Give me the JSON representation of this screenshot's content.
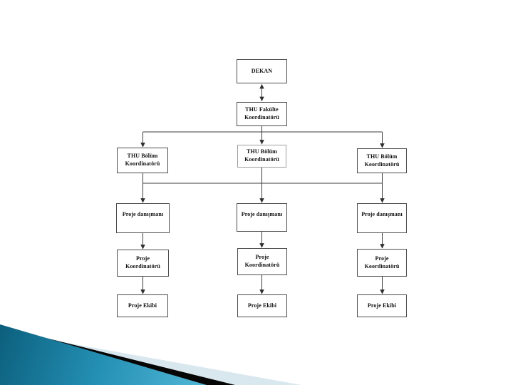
{
  "org_chart": {
    "dekan": {
      "lines": [
        "DEKAN"
      ]
    },
    "fakulte_koordinatoru": {
      "lines": [
        "THU Fakülte",
        "Koordinatörü"
      ]
    },
    "bolum_koordinatoru": {
      "left": {
        "lines": [
          "THU Bölüm",
          "Koordinatörü"
        ]
      },
      "center": {
        "lines": [
          "THU Bölüm",
          "Koordinatörü"
        ]
      },
      "right": {
        "lines": [
          "THU Bölüm",
          "Koordinatörü"
        ]
      }
    },
    "proje_danismani": {
      "left": {
        "lines": [
          "Proje danışmanı"
        ]
      },
      "center": {
        "lines": [
          "Proje danışmanı"
        ]
      },
      "right": {
        "lines": [
          "Proje danışmanı"
        ]
      }
    },
    "proje_koordinatoru": {
      "left": {
        "lines": [
          "Proje",
          "Koordinatörü"
        ]
      },
      "center": {
        "lines": [
          "Proje",
          "Koordinatörü"
        ]
      },
      "right": {
        "lines": [
          "Proje",
          "Koordinatörü"
        ]
      }
    },
    "proje_ekibi": {
      "left": {
        "lines": [
          "Proje Ekibi"
        ]
      },
      "center": {
        "lines": [
          "Proje Ekibi"
        ]
      },
      "right": {
        "lines": [
          "Proje Ekibi"
        ]
      }
    }
  },
  "decor": {
    "teal_dark": "#0c5f7d",
    "teal_mid": "#2490b4",
    "teal_light": "#52b7d6",
    "black_stripe": "#060606",
    "pale_stripe": "#d9e7ef"
  }
}
